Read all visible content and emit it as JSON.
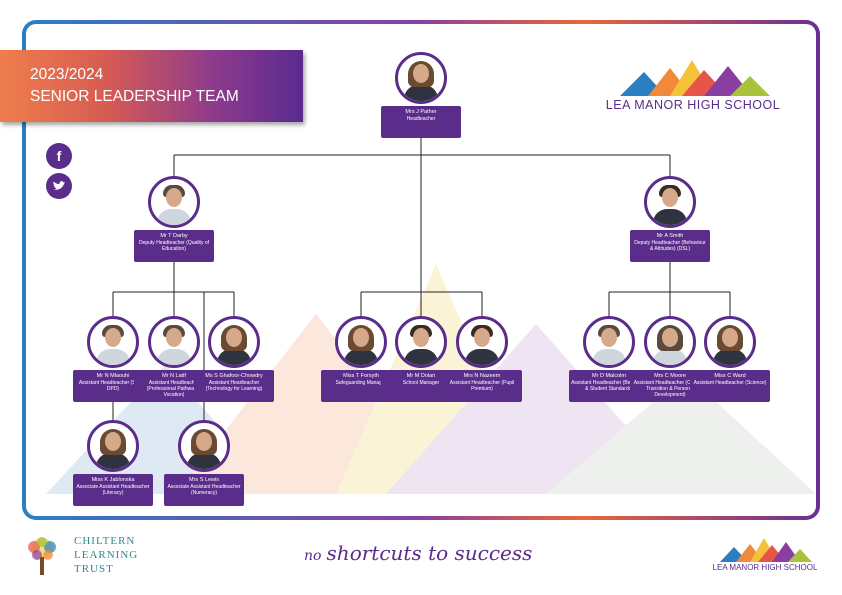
{
  "header": {
    "year": "2023/2024",
    "title": "SENIOR LEADERSHIP TEAM"
  },
  "social": [
    {
      "icon": "facebook-icon",
      "glyph": "f"
    },
    {
      "icon": "twitter-icon",
      "glyph": "t"
    }
  ],
  "school": {
    "name": "LEA MANOR HIGH SCHOOL",
    "logo_colors": [
      "#2a7fc2",
      "#f08a3a",
      "#e7554a",
      "#8a3fa0",
      "#a8c33a",
      "#f3c23a"
    ]
  },
  "headteacher": {
    "name": "Mrs J Pather",
    "role": "Headteacher"
  },
  "deputies": [
    {
      "name": "Mr T Darby",
      "role": "Deputy Headteacher (Quality of Education)"
    },
    {
      "name": "Mr A Smith",
      "role": "Deputy Headteacher (Behaviour & Attitudes) (DSL)"
    }
  ],
  "left_team": [
    {
      "name": "Mr N Mlaouhi",
      "role": "Assistant Headteacher (SEN & DPD)"
    },
    {
      "name": "Mr N Latif",
      "role": "Assistant Headteacher (Professional Pathway & Vocation)"
    },
    {
      "name": "Ms S Ghafoor-Chowdry",
      "role": "Assistant Headteacher (Technology for Learning)"
    }
  ],
  "left_associates": [
    {
      "name": "Miss K Jablonska",
      "role": "Associate Assistant Headteacher (Literacy)"
    },
    {
      "name": "Mrs S Lewis",
      "role": "Associate Assistant Headteacher (Numeracy)"
    }
  ],
  "centre_team": [
    {
      "name": "Miss T Forsyth",
      "role": "Safeguarding Manager"
    },
    {
      "name": "Mr M Dolan",
      "role": "School Manager"
    },
    {
      "name": "Mrs N Nazeem",
      "role": "Assistant Headteacher (Pupil Premium)"
    }
  ],
  "right_team": [
    {
      "name": "Mr D Malcolm",
      "role": "Assistant Headteacher (Behaviour & Student Standards)"
    },
    {
      "name": "Mrs C Moore",
      "role": "Assistant Headteacher (Careers, Transition & Personal Development)"
    },
    {
      "name": "Miss C Ward",
      "role": "Assistant Headteacher (Science)"
    }
  ],
  "footer": {
    "trust_line1": "CHILTERN",
    "trust_line2": "LEARNING",
    "trust_line3": "TRUST",
    "motto_prefix": "no",
    "motto_main": "shortcuts to success",
    "school_name": "LEA MANOR HIGH SCHOOL"
  }
}
